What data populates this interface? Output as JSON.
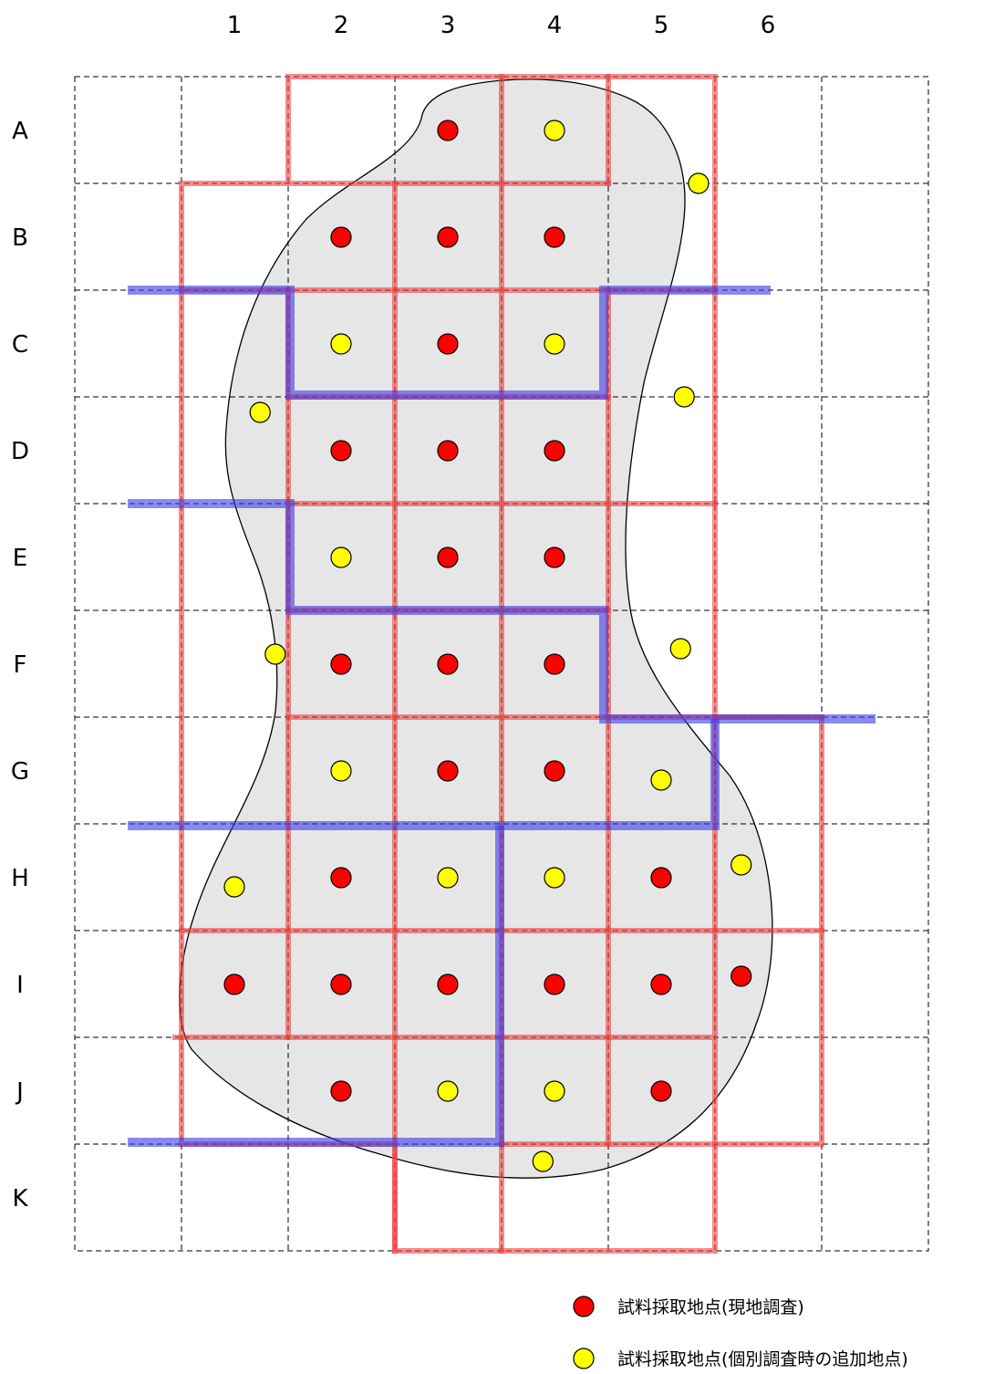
{
  "columns": [
    "1",
    "2",
    "3",
    "4",
    "5",
    "6"
  ],
  "rows": [
    "A",
    "B",
    "C",
    "D",
    "E",
    "F",
    "G",
    "H",
    "I",
    "J",
    "K"
  ],
  "colors": {
    "region_fill": "#e6e6e6",
    "red_point": "#ff0000",
    "yellow_point": "#ffff00",
    "red_boundary": "#f04040",
    "blue_boundary": "#3a3ae8"
  },
  "sample_points": {
    "survey": [
      {
        "row": "A",
        "col": 3
      },
      {
        "row": "B",
        "col": 2
      },
      {
        "row": "B",
        "col": 3
      },
      {
        "row": "B",
        "col": 4
      },
      {
        "row": "C",
        "col": 3
      },
      {
        "row": "D",
        "col": 2
      },
      {
        "row": "D",
        "col": 3
      },
      {
        "row": "D",
        "col": 4
      },
      {
        "row": "E",
        "col": 3
      },
      {
        "row": "E",
        "col": 4
      },
      {
        "row": "F",
        "col": 2
      },
      {
        "row": "F",
        "col": 3
      },
      {
        "row": "F",
        "col": 4
      },
      {
        "row": "G",
        "col": 3
      },
      {
        "row": "G",
        "col": 4
      },
      {
        "row": "H",
        "col": 2
      },
      {
        "row": "H",
        "col": 5
      },
      {
        "row": "I",
        "col": 1
      },
      {
        "row": "I",
        "col": 2
      },
      {
        "row": "I",
        "col": 3
      },
      {
        "row": "I",
        "col": 4
      },
      {
        "row": "I",
        "col": 5
      },
      {
        "row": "I",
        "col": 5.75
      },
      {
        "row": "J",
        "col": 2
      },
      {
        "row": "J",
        "col": 5
      }
    ],
    "additional": [
      {
        "row": "A",
        "col": 4
      },
      {
        "row": "A",
        "col": 5.35
      },
      {
        "row": "C",
        "col": 2
      },
      {
        "row": "C",
        "col": 4
      },
      {
        "row": "C",
        "col": 5.25
      },
      {
        "row": "C",
        "col": 1.25
      },
      {
        "row": "E",
        "col": 2
      },
      {
        "row": "F",
        "col": 1.4
      },
      {
        "row": "E",
        "col": 5.25
      },
      {
        "row": "G",
        "col": 2
      },
      {
        "row": "G",
        "col": 5
      },
      {
        "row": "H",
        "col": 1
      },
      {
        "row": "H",
        "col": 3
      },
      {
        "row": "H",
        "col": 4
      },
      {
        "row": "H",
        "col": 5.75
      },
      {
        "row": "J",
        "col": 3
      },
      {
        "row": "J",
        "col": 4
      },
      {
        "row": "J",
        "col": 3.9
      }
    ]
  },
  "legend": {
    "survey_label": "試料採取地点(現地調査)",
    "additional_label": "試料採取地点(個別調査時の追加地点)"
  }
}
